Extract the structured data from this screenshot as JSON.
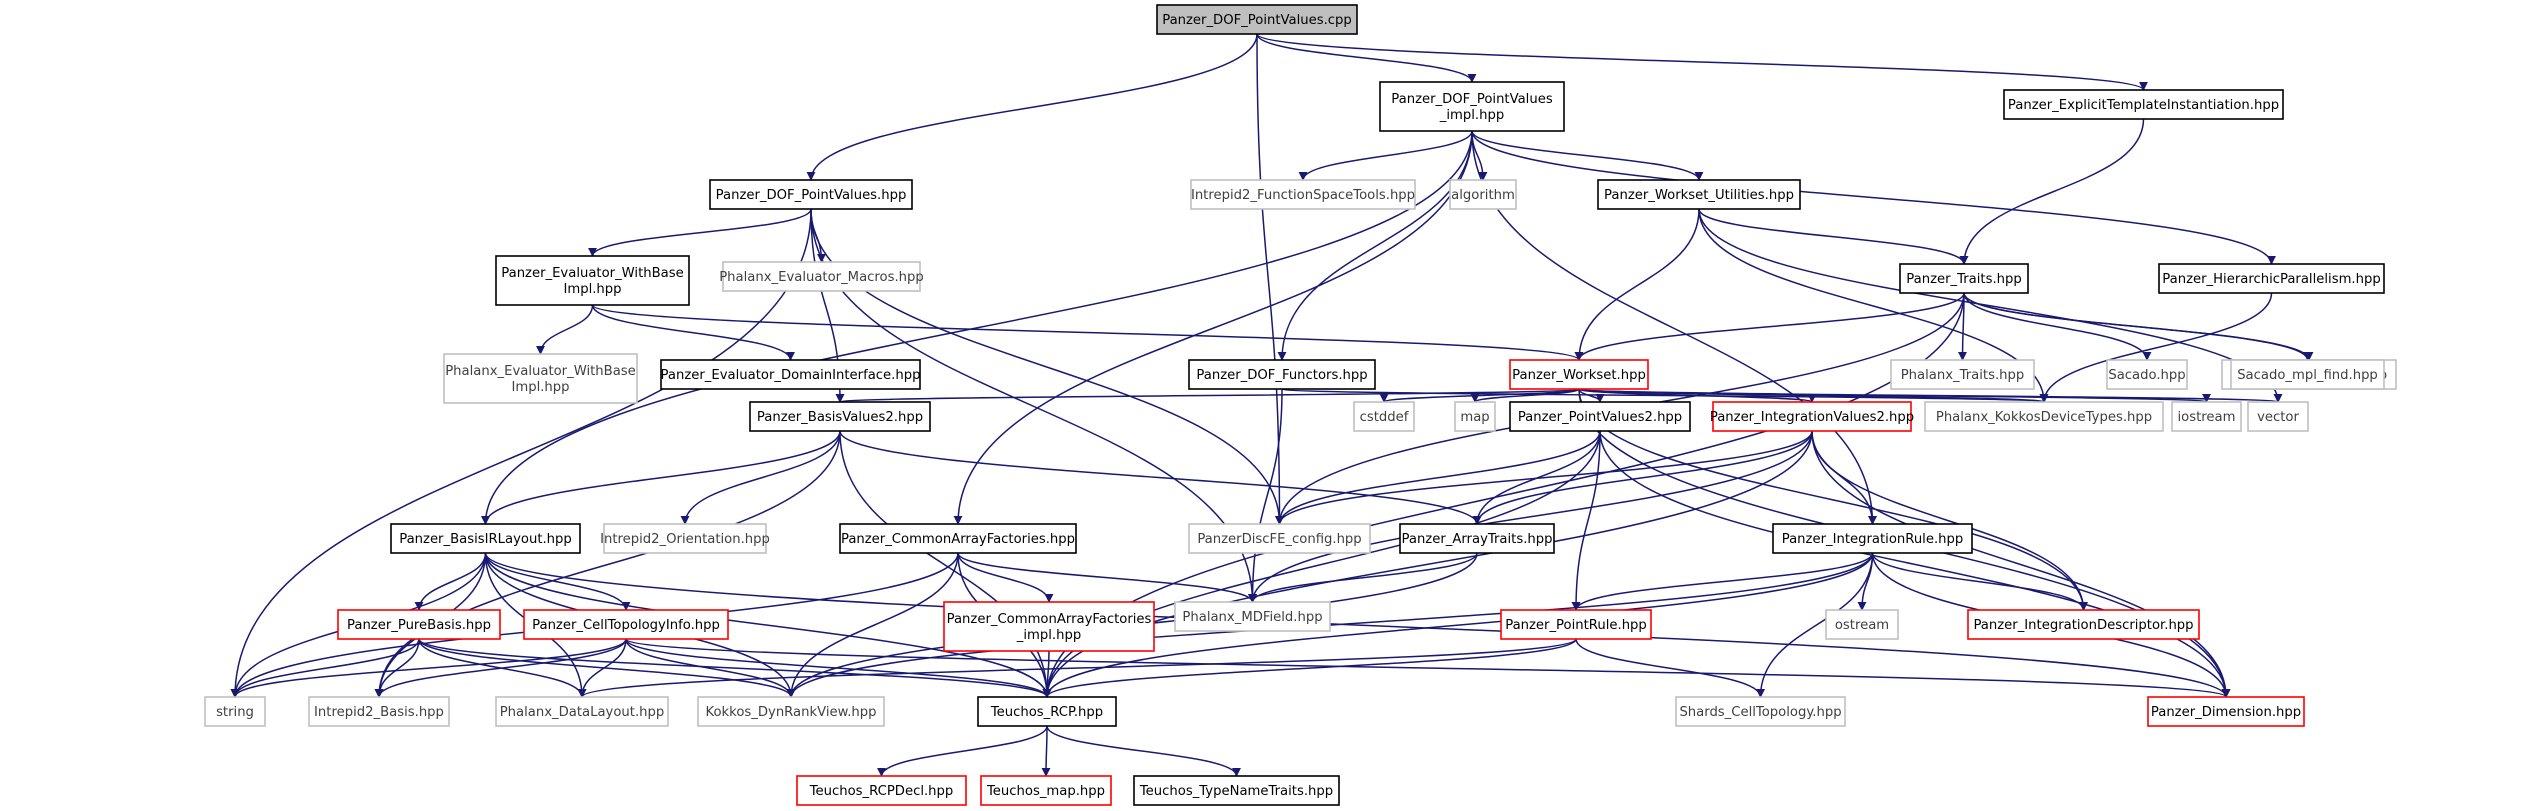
{
  "diagram": {
    "colors": {
      "edge": "#191970",
      "black": "#000000",
      "gray": "#bfbfbf",
      "red": "#ff0000",
      "root_fill": "#bfbfbf"
    },
    "nodes": [
      {
        "id": "n0",
        "lines": [
          "Panzer_DOF_PointValues.cpp"
        ],
        "style": "root"
      },
      {
        "id": "n1",
        "lines": [
          "Panzer_DOF_PointValues",
          "_impl.hpp"
        ],
        "style": "black"
      },
      {
        "id": "n2",
        "lines": [
          "Panzer_ExplicitTemplateInstantiation.hpp"
        ],
        "style": "black"
      },
      {
        "id": "n3",
        "lines": [
          "Panzer_DOF_PointValues.hpp"
        ],
        "style": "black"
      },
      {
        "id": "n4",
        "lines": [
          "Intrepid2_FunctionSpaceTools.hpp"
        ],
        "style": "gray"
      },
      {
        "id": "n5",
        "lines": [
          "algorithm"
        ],
        "style": "gray"
      },
      {
        "id": "n6",
        "lines": [
          "Panzer_Workset_Utilities.hpp"
        ],
        "style": "black"
      },
      {
        "id": "n7",
        "lines": [
          "Panzer_Evaluator_WithBase",
          "Impl.hpp"
        ],
        "style": "black"
      },
      {
        "id": "n8",
        "lines": [
          "Phalanx_Evaluator_Macros.hpp"
        ],
        "style": "gray"
      },
      {
        "id": "n9",
        "lines": [
          "Panzer_Traits.hpp"
        ],
        "style": "black"
      },
      {
        "id": "n10",
        "lines": [
          "Panzer_HierarchicParallelism.hpp"
        ],
        "style": "black"
      },
      {
        "id": "n11",
        "lines": [
          "Phalanx_Evaluator_WithBase",
          "Impl.hpp"
        ],
        "style": "gray"
      },
      {
        "id": "n12",
        "lines": [
          "Panzer_Evaluator_DomainInterface.hpp"
        ],
        "style": "black"
      },
      {
        "id": "n13",
        "lines": [
          "Panzer_DOF_Functors.hpp"
        ],
        "style": "black"
      },
      {
        "id": "n14",
        "lines": [
          "Panzer_Workset.hpp"
        ],
        "style": "red"
      },
      {
        "id": "n15",
        "lines": [
          "Sacado.hpp"
        ],
        "style": "gray"
      },
      {
        "id": "n16",
        "lines": [
          "Phalanx_Traits.hpp"
        ],
        "style": "gray"
      },
      {
        "id": "n17",
        "lines": [
          "Sacado_mpl_vector.hpp"
        ],
        "style": "gray"
      },
      {
        "id": "n18",
        "lines": [
          "Sacado_mpl_find.hpp"
        ],
        "style": "gray"
      },
      {
        "id": "n19",
        "lines": [
          "Panzer_BasisValues2.hpp"
        ],
        "style": "black"
      },
      {
        "id": "n20",
        "lines": [
          "cstddef"
        ],
        "style": "gray"
      },
      {
        "id": "n21",
        "lines": [
          "map"
        ],
        "style": "gray"
      },
      {
        "id": "n22",
        "lines": [
          "Panzer_PointValues2.hpp"
        ],
        "style": "black"
      },
      {
        "id": "n23",
        "lines": [
          "Panzer_IntegrationValues2.hpp"
        ],
        "style": "red"
      },
      {
        "id": "n24",
        "lines": [
          "Phalanx_KokkosDeviceTypes.hpp"
        ],
        "style": "gray"
      },
      {
        "id": "n25",
        "lines": [
          "iostream"
        ],
        "style": "gray"
      },
      {
        "id": "n26",
        "lines": [
          "vector"
        ],
        "style": "gray"
      },
      {
        "id": "n27",
        "lines": [
          "Panzer_BasisIRLayout.hpp"
        ],
        "style": "black"
      },
      {
        "id": "n28",
        "lines": [
          "Intrepid2_Orientation.hpp"
        ],
        "style": "gray"
      },
      {
        "id": "n29",
        "lines": [
          "Panzer_CommonArrayFactories.hpp"
        ],
        "style": "black"
      },
      {
        "id": "n30",
        "lines": [
          "PanzerDiscFE_config.hpp"
        ],
        "style": "gray"
      },
      {
        "id": "n31",
        "lines": [
          "Panzer_ArrayTraits.hpp"
        ],
        "style": "black"
      },
      {
        "id": "n32",
        "lines": [
          "Panzer_IntegrationRule.hpp"
        ],
        "style": "black"
      },
      {
        "id": "n33",
        "lines": [
          "Panzer_PureBasis.hpp"
        ],
        "style": "red"
      },
      {
        "id": "n34",
        "lines": [
          "Panzer_CellTopologyInfo.hpp"
        ],
        "style": "red"
      },
      {
        "id": "n35",
        "lines": [
          "Panzer_CommonArrayFactories",
          "_impl.hpp"
        ],
        "style": "red"
      },
      {
        "id": "n36",
        "lines": [
          "Phalanx_MDField.hpp"
        ],
        "style": "gray"
      },
      {
        "id": "n37",
        "lines": [
          "ostream"
        ],
        "style": "gray"
      },
      {
        "id": "n38",
        "lines": [
          "Panzer_PointRule.hpp"
        ],
        "style": "red"
      },
      {
        "id": "n39",
        "lines": [
          "Panzer_IntegrationDescriptor.hpp"
        ],
        "style": "red"
      },
      {
        "id": "n40",
        "lines": [
          "string"
        ],
        "style": "gray"
      },
      {
        "id": "n41",
        "lines": [
          "Intrepid2_Basis.hpp"
        ],
        "style": "gray"
      },
      {
        "id": "n42",
        "lines": [
          "Phalanx_DataLayout.hpp"
        ],
        "style": "gray"
      },
      {
        "id": "n43",
        "lines": [
          "Kokkos_DynRankView.hpp"
        ],
        "style": "gray"
      },
      {
        "id": "n44",
        "lines": [
          "Teuchos_RCP.hpp"
        ],
        "style": "black"
      },
      {
        "id": "n45",
        "lines": [
          "Shards_CellTopology.hpp"
        ],
        "style": "gray"
      },
      {
        "id": "n46",
        "lines": [
          "Panzer_Dimension.hpp"
        ],
        "style": "red"
      },
      {
        "id": "n47",
        "lines": [
          "Teuchos_RCPDecl.hpp"
        ],
        "style": "red"
      },
      {
        "id": "n48",
        "lines": [
          "Teuchos_map.hpp"
        ],
        "style": "red"
      },
      {
        "id": "n49",
        "lines": [
          "Teuchos_TypeNameTraits.hpp"
        ],
        "style": "black"
      }
    ],
    "edges": [
      [
        "n0",
        "n1"
      ],
      [
        "n0",
        "n2"
      ],
      [
        "n0",
        "n3"
      ],
      [
        "n0",
        "n30"
      ],
      [
        "n1",
        "n4"
      ],
      [
        "n1",
        "n5"
      ],
      [
        "n1",
        "n6"
      ],
      [
        "n1",
        "n10"
      ],
      [
        "n1",
        "n13"
      ],
      [
        "n1",
        "n27"
      ],
      [
        "n1",
        "n29"
      ],
      [
        "n1",
        "n32"
      ],
      [
        "n2",
        "n9"
      ],
      [
        "n3",
        "n7"
      ],
      [
        "n3",
        "n8"
      ],
      [
        "n3",
        "n19"
      ],
      [
        "n3",
        "n30"
      ],
      [
        "n3",
        "n36"
      ],
      [
        "n3",
        "n40"
      ],
      [
        "n7",
        "n11"
      ],
      [
        "n7",
        "n12"
      ],
      [
        "n7",
        "n14"
      ],
      [
        "n6",
        "n9"
      ],
      [
        "n6",
        "n14"
      ],
      [
        "n6",
        "n24"
      ],
      [
        "n6",
        "n26"
      ],
      [
        "n9",
        "n14"
      ],
      [
        "n9",
        "n15"
      ],
      [
        "n9",
        "n16"
      ],
      [
        "n9",
        "n17"
      ],
      [
        "n9",
        "n18"
      ],
      [
        "n9",
        "n30"
      ],
      [
        "n9",
        "n44"
      ],
      [
        "n10",
        "n24"
      ],
      [
        "n13",
        "n36"
      ],
      [
        "n13",
        "n24"
      ],
      [
        "n14",
        "n19"
      ],
      [
        "n14",
        "n20"
      ],
      [
        "n14",
        "n21"
      ],
      [
        "n14",
        "n22"
      ],
      [
        "n14",
        "n23"
      ],
      [
        "n14",
        "n24"
      ],
      [
        "n14",
        "n25"
      ],
      [
        "n14",
        "n26"
      ],
      [
        "n14",
        "n39"
      ],
      [
        "n14",
        "n46"
      ],
      [
        "n19",
        "n27"
      ],
      [
        "n19",
        "n28"
      ],
      [
        "n19",
        "n31"
      ],
      [
        "n19",
        "n41"
      ],
      [
        "n19",
        "n44"
      ],
      [
        "n22",
        "n30"
      ],
      [
        "n22",
        "n31"
      ],
      [
        "n22",
        "n38"
      ],
      [
        "n22",
        "n44"
      ],
      [
        "n22",
        "n46"
      ],
      [
        "n23",
        "n30"
      ],
      [
        "n23",
        "n31"
      ],
      [
        "n23",
        "n32"
      ],
      [
        "n23",
        "n36"
      ],
      [
        "n23",
        "n39"
      ],
      [
        "n23",
        "n44"
      ],
      [
        "n23",
        "n46"
      ],
      [
        "n27",
        "n33"
      ],
      [
        "n27",
        "n34"
      ],
      [
        "n27",
        "n40"
      ],
      [
        "n27",
        "n41"
      ],
      [
        "n27",
        "n42"
      ],
      [
        "n27",
        "n43"
      ],
      [
        "n27",
        "n44"
      ],
      [
        "n27",
        "n46"
      ],
      [
        "n29",
        "n35"
      ],
      [
        "n29",
        "n36"
      ],
      [
        "n29",
        "n40"
      ],
      [
        "n29",
        "n43"
      ],
      [
        "n29",
        "n44"
      ],
      [
        "n31",
        "n36"
      ],
      [
        "n31",
        "n43"
      ],
      [
        "n32",
        "n37"
      ],
      [
        "n32",
        "n38"
      ],
      [
        "n32",
        "n39"
      ],
      [
        "n32",
        "n43"
      ],
      [
        "n32",
        "n44"
      ],
      [
        "n32",
        "n45"
      ],
      [
        "n32",
        "n46"
      ],
      [
        "n33",
        "n40"
      ],
      [
        "n33",
        "n41"
      ],
      [
        "n33",
        "n42"
      ],
      [
        "n33",
        "n43"
      ],
      [
        "n33",
        "n44"
      ],
      [
        "n34",
        "n40"
      ],
      [
        "n34",
        "n41"
      ],
      [
        "n34",
        "n42"
      ],
      [
        "n34",
        "n43"
      ],
      [
        "n34",
        "n44"
      ],
      [
        "n34",
        "n46"
      ],
      [
        "n35",
        "n44"
      ],
      [
        "n38",
        "n42"
      ],
      [
        "n38",
        "n44"
      ],
      [
        "n38",
        "n45"
      ],
      [
        "n44",
        "n47"
      ],
      [
        "n44",
        "n48"
      ],
      [
        "n44",
        "n49"
      ]
    ]
  }
}
